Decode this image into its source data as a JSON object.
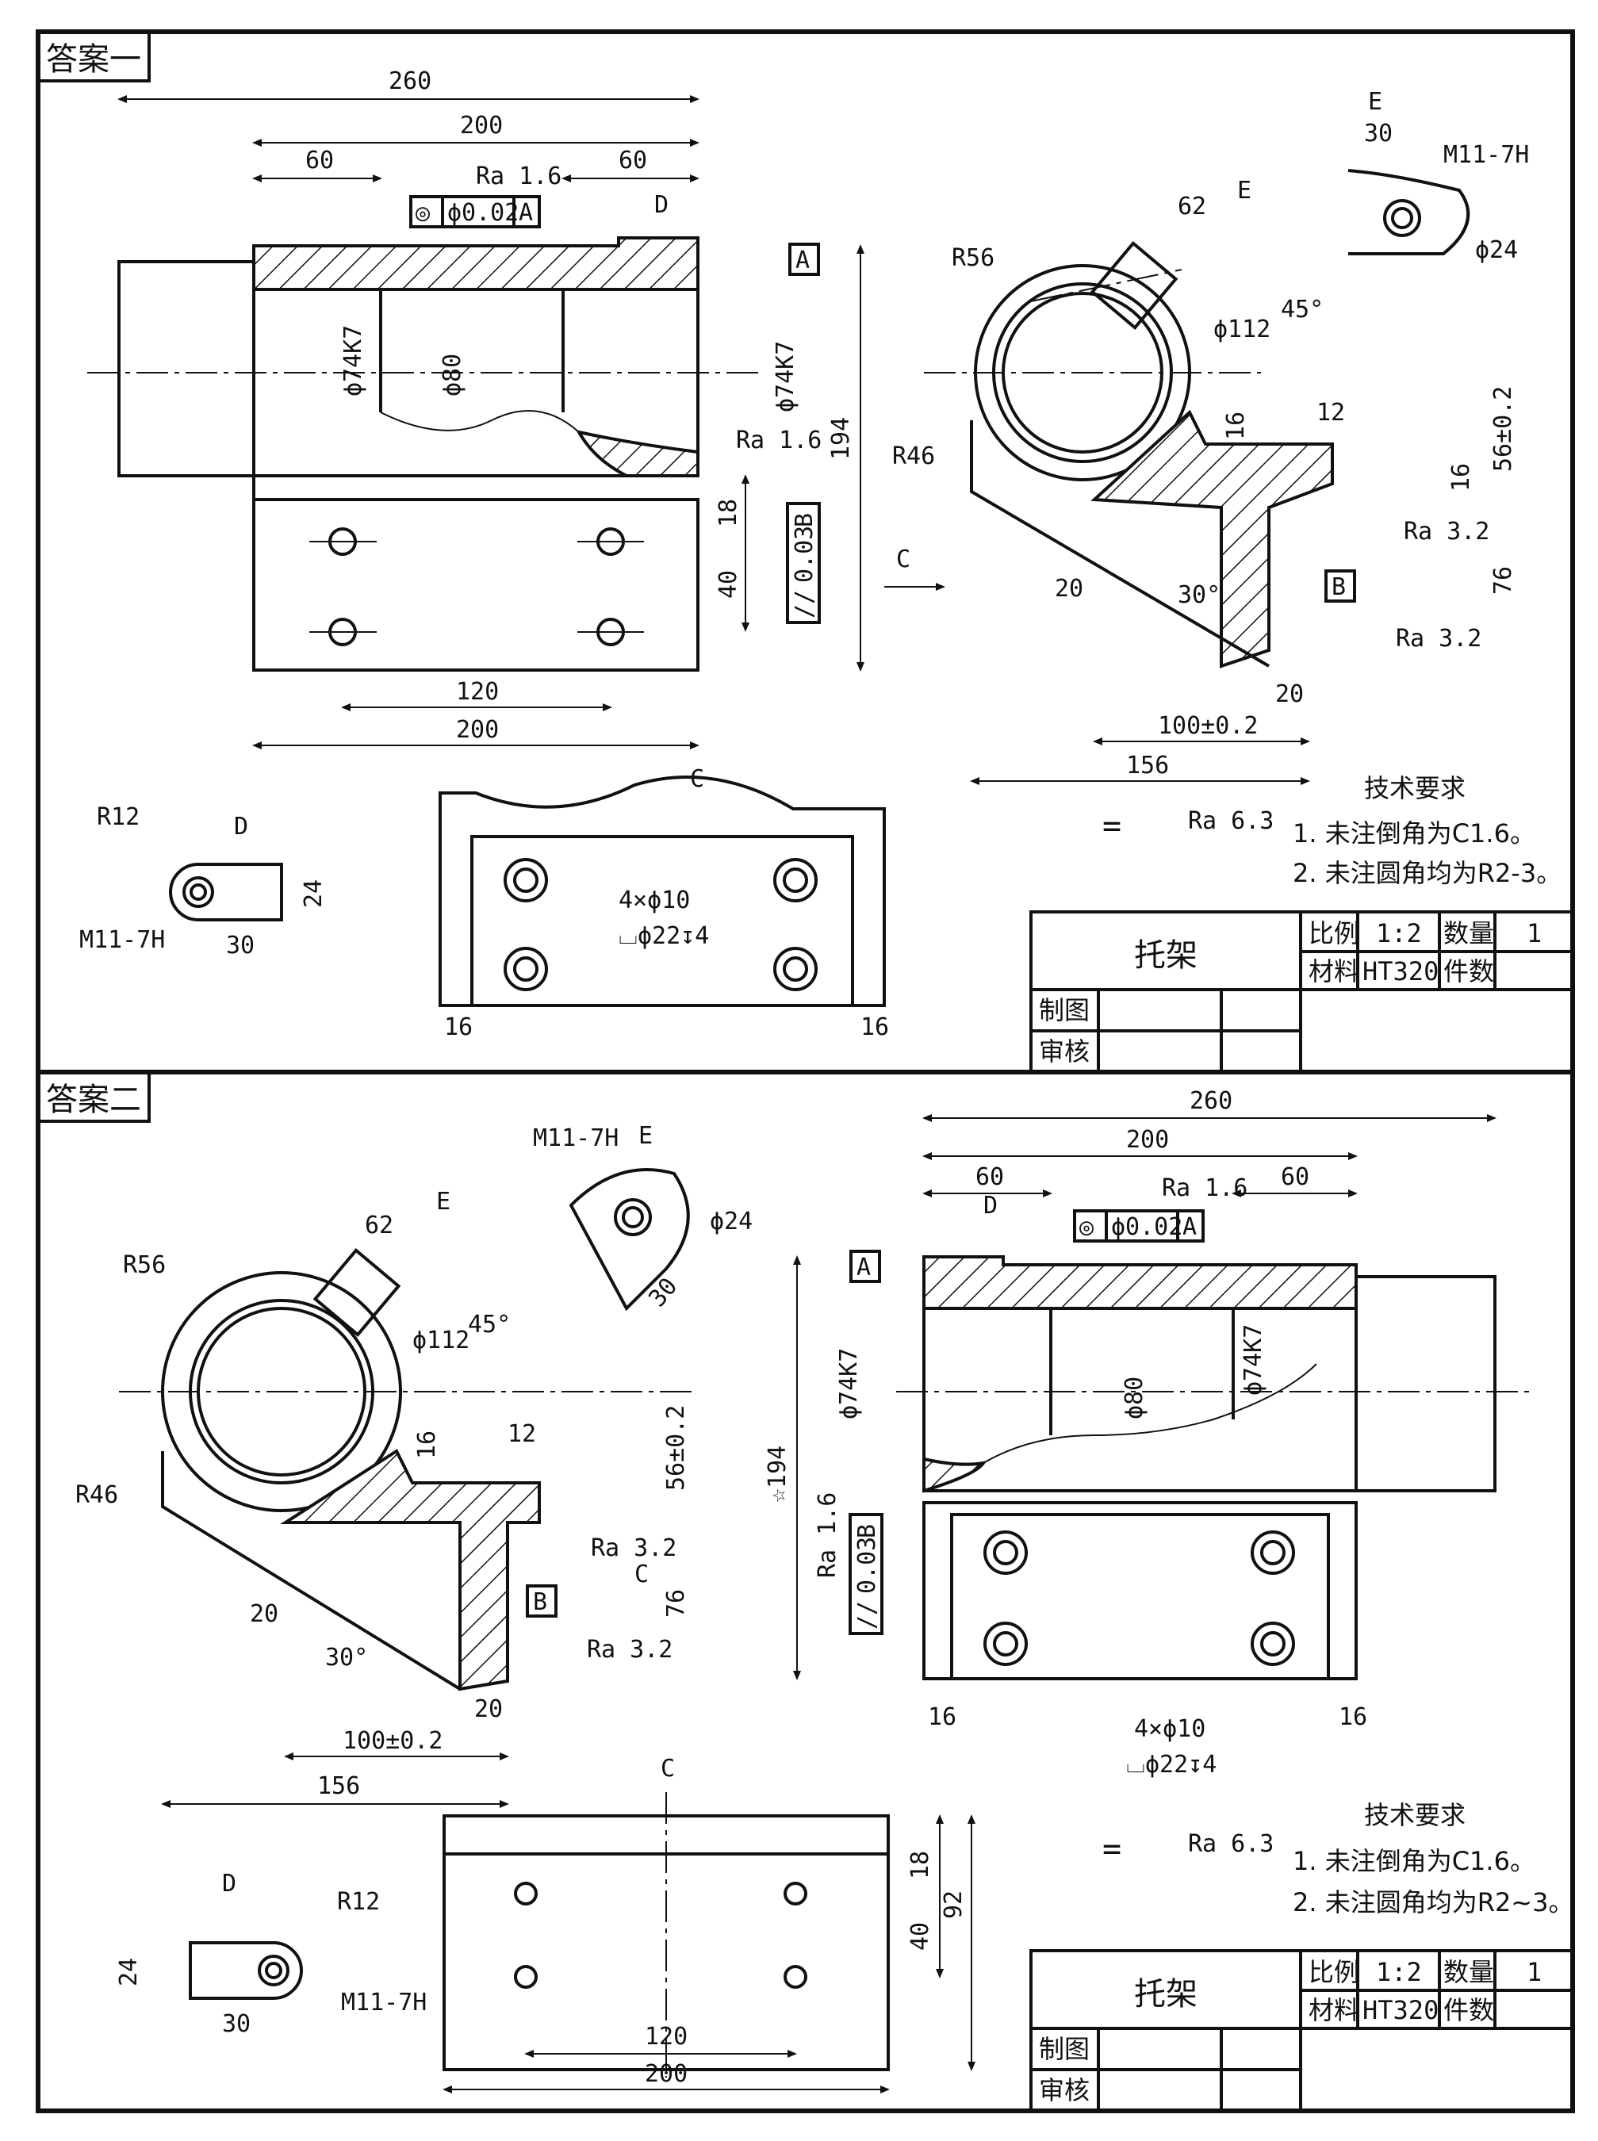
{
  "answers": {
    "a1": {
      "title": "答案一",
      "front": {
        "d260": "260",
        "d200top": "200",
        "d60l": "60",
        "d60r": "60",
        "ra16": "Ra 1.6",
        "coax": "◎",
        "coax_val": "ϕ0.02",
        "coax_ref": "A",
        "datumA": "A",
        "viewD": "D",
        "phi74l": "ϕ74K7",
        "phi80": "ϕ80",
        "phi74r": "ϕ74K7",
        "ra16b": "Ra 1.6",
        "d194": "194",
        "par": "//",
        "par_val": "0.03",
        "par_ref": "B",
        "d18": "18",
        "d40": "40",
        "d120": "120",
        "d200bot": "200",
        "viewC": "C"
      },
      "side": {
        "viewE": "E",
        "r56": "R56",
        "d62": "62",
        "phi112": "ϕ112",
        "a45": "45°",
        "r46": "R46",
        "d16a": "16",
        "d12": "12",
        "d56": "56±0.2",
        "d16b": "16",
        "ra32a": "Ra 3.2",
        "datumB": "B",
        "d76": "76",
        "ra32b": "Ra 3.2",
        "d20l": "20",
        "a30": "30°",
        "d20b": "20",
        "d100": "100±0.2",
        "d156": "156"
      },
      "viewE": {
        "label": "E",
        "d30": "30",
        "thread": "M11-7H",
        "phi24": "ϕ24"
      },
      "viewD": {
        "label": "D",
        "r12": "R12",
        "d24": "24",
        "thread": "M11-7H",
        "d30": "30"
      },
      "viewC": {
        "label": "C",
        "holes": "4×ϕ10",
        "cbore": "⌴ϕ22↧4",
        "d16l": "16",
        "d16r": "16"
      },
      "legend": {
        "eq": "=",
        "ra63": "Ra 6.3"
      },
      "requirements": {
        "title": "技术要求",
        "item1": "1. 未注倒角为C1.6。",
        "item2": "2. 未注圆角均为R2-3。"
      },
      "titleblock": {
        "name": "托架",
        "scale_l": "比例",
        "scale": "1:2",
        "qty_l": "数量",
        "qty": "1",
        "mat_l": "材料",
        "mat": "HT320",
        "no_l": "件数",
        "drawn": "制图",
        "check": "审核"
      }
    },
    "a2": {
      "title": "答案二",
      "side": {
        "r56": "R56",
        "d62": "62",
        "viewE": "E",
        "phi112": "ϕ112",
        "a45": "45°",
        "r46": "R46",
        "d16a": "16",
        "d12": "12",
        "d56": "56±0.2",
        "ra32a": "Ra 3.2",
        "datumB": "B",
        "viewC": "C",
        "d76": "76",
        "ra32b": "Ra 3.2",
        "d20l": "20",
        "a30": "30°",
        "d20b": "20",
        "d100": "100±0.2",
        "d156": "156"
      },
      "viewE": {
        "thread": "M11-7H",
        "label": "E",
        "phi24": "ϕ24",
        "d30": "30"
      },
      "front": {
        "d260": "260",
        "d200": "200",
        "d60l": "60",
        "d60r": "60",
        "ra16": "Ra 1.6",
        "viewD": "D",
        "coax": "◎",
        "coax_val": "ϕ0.02",
        "coax_ref": "A",
        "datumA": "A",
        "d194": "☆194",
        "phi74l": "ϕ74K7",
        "phi80": "ϕ80",
        "phi74r": "ϕ74K7",
        "ra16b": "Ra 1.6",
        "par": "//",
        "par_val": "0.03",
        "par_ref": "B",
        "holes": "4×ϕ10",
        "cbore": "⌴ϕ22↧4",
        "d16l": "16",
        "d16r": "16"
      },
      "viewC": {
        "label": "C",
        "d18": "18",
        "d40": "40",
        "d92": "92",
        "d120": "120",
        "d200": "200"
      },
      "viewD": {
        "label": "D",
        "r12": "R12",
        "d24": "24",
        "thread": "M11-7H",
        "d30": "30"
      },
      "legend": {
        "eq": "=",
        "ra63": "Ra 6.3"
      },
      "requirements": {
        "title": "技术要求",
        "item1": "1. 未注倒角为C1.6。",
        "item2": "2. 未注圆角均为R2~3。"
      },
      "titleblock": {
        "name": "托架",
        "scale_l": "比例",
        "scale": "1:2",
        "qty_l": "数量",
        "qty": "1",
        "mat_l": "材料",
        "mat": "HT320",
        "no_l": "件数",
        "drawn": "制图",
        "check": "审核"
      }
    }
  }
}
